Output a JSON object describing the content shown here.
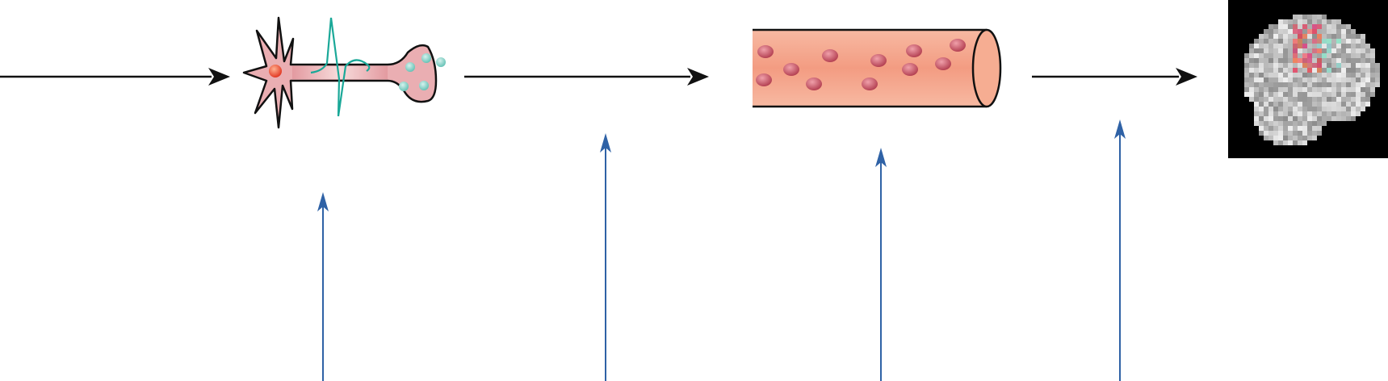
{
  "diagram": {
    "stages": [
      "neuron",
      "blood-vessel",
      "brain-scan"
    ],
    "colors": {
      "flow_arrow": "#111111",
      "input_arrow": "#2f62a6",
      "neuron_fill": "#e8a7ac",
      "spike": "#1aa898",
      "vesicle": "#7fcfc4",
      "vessel_fill": "#f4a48a",
      "blood_cell": "#c8505e",
      "scan_bg": "#000000"
    }
  }
}
